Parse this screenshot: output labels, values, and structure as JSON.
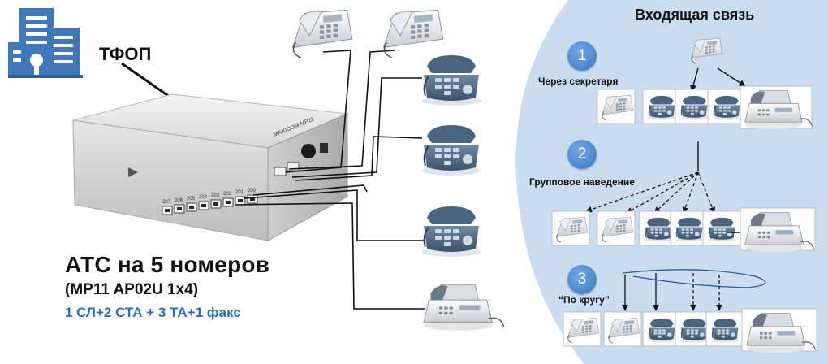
{
  "labels": {
    "tfop": "ТФОП",
    "ats_title": "АТС на 5 номеров",
    "ats_model": "(MP11 AP02U 1x4)",
    "ats_config": "1 СЛ+2 СТА + 3 ТА+1 факс",
    "incoming_title": "Входящая связь"
  },
  "modes": [
    {
      "number": "1",
      "label": "Через секретаря"
    },
    {
      "number": "2",
      "label": "Групповое наведение"
    },
    {
      "number": "3",
      "label": "“По кругу”"
    }
  ],
  "device_labels": {
    "brand": "MAXICOM MP11",
    "ports": [
      "207",
      "206",
      "205",
      "204",
      "203",
      "202",
      "201",
      "200"
    ]
  },
  "colors": {
    "accent_blue": "#2a6fb5",
    "panel_bg": "#c9dcf0",
    "badge": "#4a8ad4",
    "building": "#3f78b8"
  }
}
